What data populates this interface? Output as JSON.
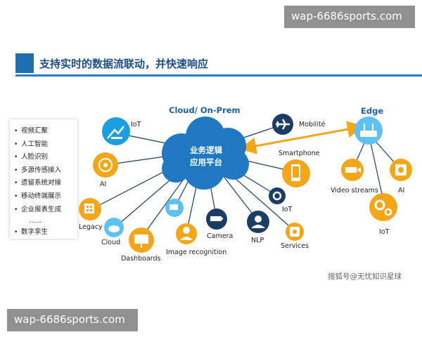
{
  "watermark": {
    "top": "wap-6686sports.com",
    "bottom": "wap-6686sports.com"
  },
  "title": "支持实时的数据流联动，并快速响应",
  "list": {
    "items": [
      "视频汇聚",
      "人工智能",
      "人脸识别",
      "多源传感接入",
      "遗留系统对接",
      "移动终端展示",
      "企业报表生成"
    ],
    "ellipsis": "......",
    "last": "数字孪生"
  },
  "cloud": {
    "title": "Cloud/ On-Prem",
    "line1": "业务逻辑",
    "line2": "应用平台"
  },
  "edge": {
    "title": "Edge"
  },
  "nodes": {
    "iot": "IoT",
    "ai": "AI",
    "legacy": "Legacy",
    "cloud": "Cloud",
    "dashboards": "Dashboards",
    "image_recognition": "Image recognition",
    "camera": "Camera",
    "nlp": "NLP",
    "services": "Services",
    "iot2": "IoT",
    "smartphone": "Smartphone",
    "mobilite": "Mobilité"
  },
  "edge_nodes": {
    "video": "Video streams",
    "ai": "AI",
    "iot": "IoT"
  },
  "footer": "搜狐号@无忧知识星球",
  "colors": {
    "primary": "#1f6fae",
    "orange": "#f2a618",
    "cloud": "#1e78c2",
    "navy": "#1c3d63"
  }
}
